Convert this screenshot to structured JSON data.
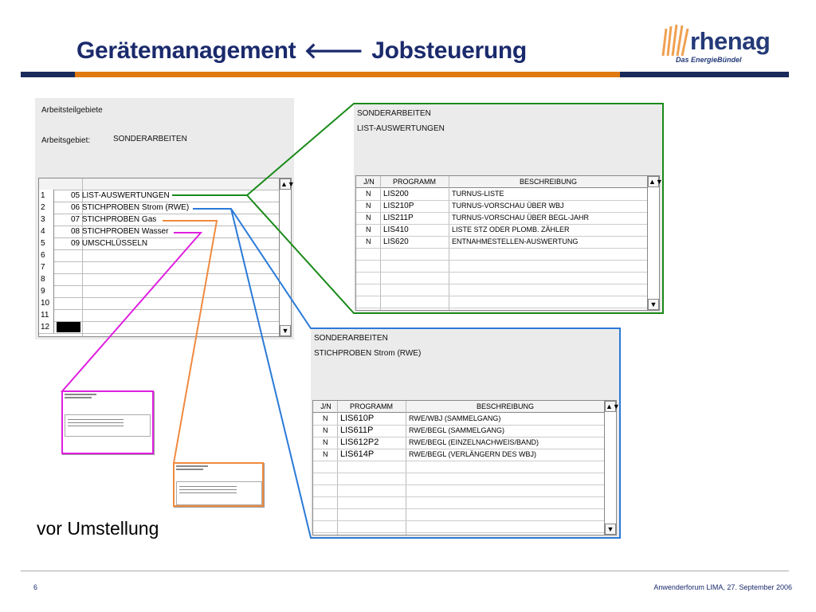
{
  "header": {
    "title_left": "Gerätemanagement",
    "title_arrow": "🡐",
    "title_right": "Jobsteuerung",
    "logo_word": "rhenag",
    "logo_sub": "Das EnergieBündel"
  },
  "left_panel": {
    "heading": "Arbeitsteilgebiete",
    "field_label": "Arbeitsgebiet:",
    "field_value": "SONDERARBEITEN",
    "rows": [
      {
        "num": "1",
        "name": "05 LIST-AUSWERTUNGEN"
      },
      {
        "num": "2",
        "name": "06 STICHPROBEN Strom (RWE)"
      },
      {
        "num": "3",
        "name": "07 STICHPROBEN Gas"
      },
      {
        "num": "4",
        "name": "08 STICHPROBEN Wasser"
      },
      {
        "num": "5",
        "name": "09 UMSCHLÜSSELN"
      },
      {
        "num": "6",
        "name": ""
      },
      {
        "num": "7",
        "name": ""
      },
      {
        "num": "8",
        "name": ""
      },
      {
        "num": "9",
        "name": ""
      },
      {
        "num": "10",
        "name": ""
      },
      {
        "num": "11",
        "name": ""
      },
      {
        "num": "12",
        "name": ""
      }
    ]
  },
  "list_panel": {
    "line1": "SONDERARBEITEN",
    "line2": "LIST-AUSWERTUNGEN",
    "columns": [
      "J/N",
      "PROGRAMM",
      "BESCHREIBUNG"
    ],
    "rows": [
      {
        "jn": "N",
        "prog": "LIS200",
        "desc": "TURNUS-LISTE"
      },
      {
        "jn": "N",
        "prog": "LIS210P",
        "desc": "TURNUS-VORSCHAU ÜBER WBJ"
      },
      {
        "jn": "N",
        "prog": "LIS211P",
        "desc": "TURNUS-VORSCHAU ÜBER BEGL-JAHR"
      },
      {
        "jn": "N",
        "prog": "LIS410",
        "desc": "LISTE STZ ODER PLOMB. ZÄHLER"
      },
      {
        "jn": "N",
        "prog": "LIS620",
        "desc": "ENTNAHMESTELLEN-AUSWERTUNG"
      }
    ]
  },
  "strom_panel": {
    "line1": "SONDERARBEITEN",
    "line2": "STICHPROBEN Strom (RWE)",
    "columns": [
      "J/N",
      "PROGRAMM",
      "BESCHREIBUNG"
    ],
    "rows": [
      {
        "jn": "N",
        "prog": "LIS610P",
        "desc": "RWE/WBJ        (SAMMELGANG)"
      },
      {
        "jn": "N",
        "prog": "LIS611P",
        "desc": "RWE/BEGL        (SAMMELGANG)"
      },
      {
        "jn": "N",
        "prog": "LIS612P2",
        "desc": "RWE/BEGL (EINZELNACHWEIS/BAND)"
      },
      {
        "jn": "N",
        "prog": "LIS614P",
        "desc": "RWE/BEGL  (VERLÄNGERN DES WBJ)"
      }
    ]
  },
  "caption": "vor Umstellung",
  "footer": {
    "page": "6",
    "event": "Anwenderforum LIMA, 27. September 2006"
  },
  "colors": {
    "title": "#1a2a6c",
    "orange_bar": "#e07a10",
    "green": "#1a8a1a",
    "blue": "#2a7ad8",
    "orange": "#f08a40",
    "magenta": "#e020e0"
  }
}
